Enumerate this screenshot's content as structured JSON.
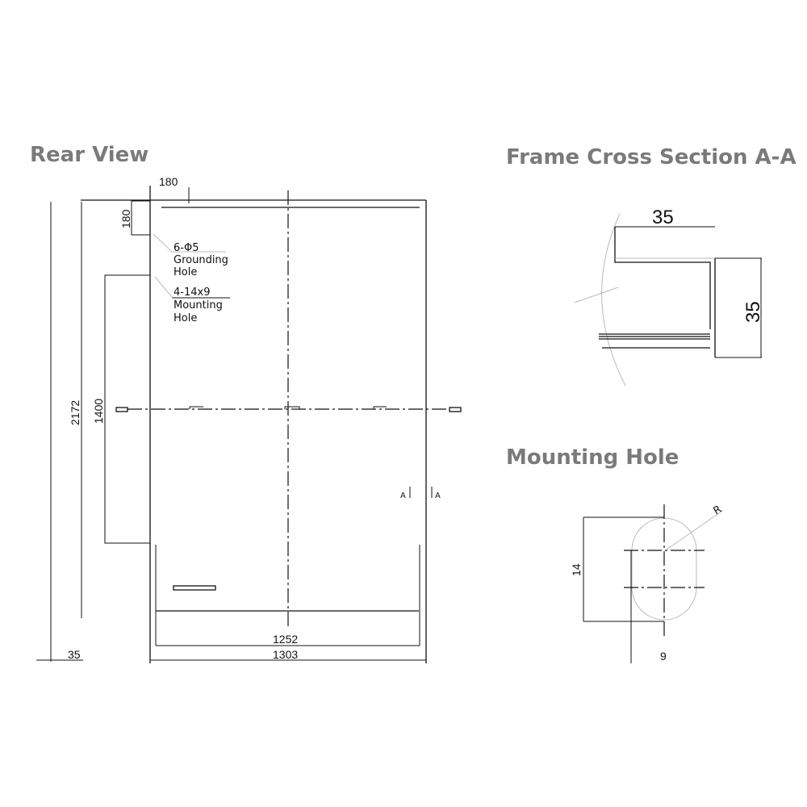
{
  "rear_view": {
    "title": "Rear View",
    "dims": {
      "top_offset": "180",
      "side_offset": "180",
      "height": "2172",
      "mount_spacing": "1400",
      "frame": "35",
      "inner_width": "1252",
      "outer_width": "1303"
    },
    "grounding": {
      "spec": "6-Φ5",
      "line1": "Grounding",
      "line2": "Hole"
    },
    "mounting": {
      "spec": "4-14x9",
      "line1": "Mounting",
      "line2": "Hole"
    },
    "section_marker_left": "A",
    "section_marker_right": "A"
  },
  "cross_section": {
    "title": "Frame Cross Section A-A",
    "width": "35",
    "height": "35"
  },
  "mounting_hole": {
    "title": "Mounting Hole",
    "radius": "R",
    "length": "14",
    "width": "9"
  }
}
